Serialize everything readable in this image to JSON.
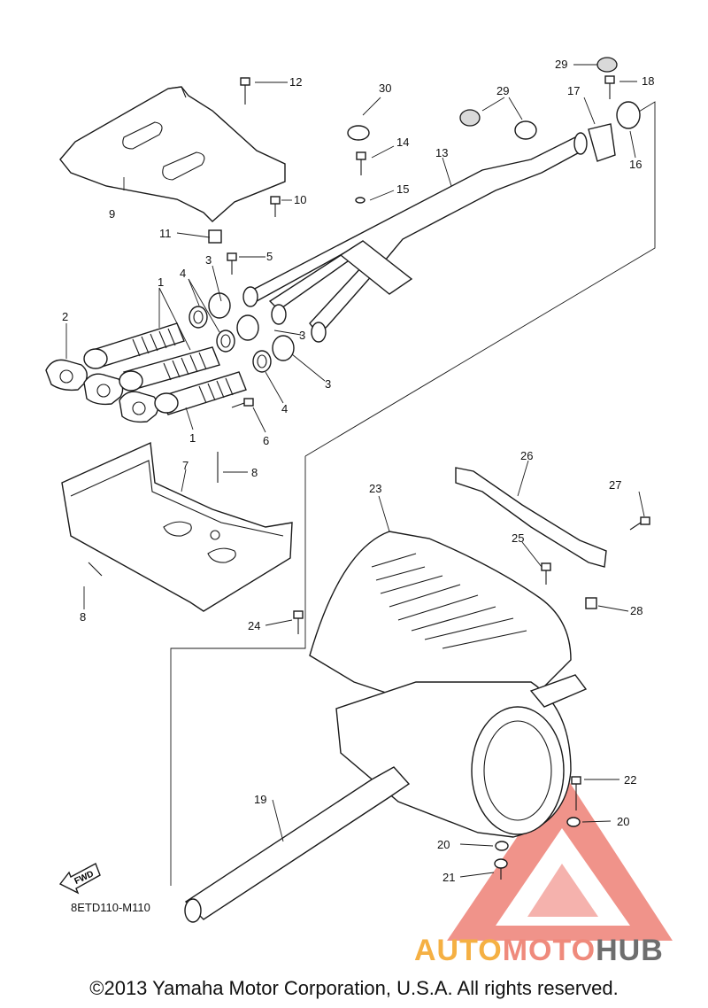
{
  "diagram_code": "8ETD110-M110",
  "fwd_label": "FWD",
  "copyright": "©2013 Yamaha Motor Corporation, U.S.A. All rights reserved.",
  "watermark": {
    "word1": "AUTO",
    "word2": "MOTO",
    "word3": "HUB",
    "color1": "#f5b043",
    "color2": "#ef8a7c",
    "color3": "#6e6e6e",
    "triangle": "#e53b2c"
  },
  "callouts": [
    {
      "n": "1",
      "id": "c1a"
    },
    {
      "n": "1",
      "id": "c1b"
    },
    {
      "n": "2",
      "id": "c2"
    },
    {
      "n": "3",
      "id": "c3a"
    },
    {
      "n": "3",
      "id": "c3b"
    },
    {
      "n": "3",
      "id": "c3c"
    },
    {
      "n": "4",
      "id": "c4a"
    },
    {
      "n": "4",
      "id": "c4b"
    },
    {
      "n": "5",
      "id": "c5"
    },
    {
      "n": "6",
      "id": "c6"
    },
    {
      "n": "7",
      "id": "c7"
    },
    {
      "n": "8",
      "id": "c8a"
    },
    {
      "n": "8",
      "id": "c8b"
    },
    {
      "n": "9",
      "id": "c9"
    },
    {
      "n": "10",
      "id": "c10"
    },
    {
      "n": "11",
      "id": "c11"
    },
    {
      "n": "12",
      "id": "c12"
    },
    {
      "n": "13",
      "id": "c13"
    },
    {
      "n": "14",
      "id": "c14"
    },
    {
      "n": "15",
      "id": "c15"
    },
    {
      "n": "16",
      "id": "c16"
    },
    {
      "n": "17",
      "id": "c17"
    },
    {
      "n": "18",
      "id": "c18"
    },
    {
      "n": "19",
      "id": "c19"
    },
    {
      "n": "20",
      "id": "c20a"
    },
    {
      "n": "20",
      "id": "c20b"
    },
    {
      "n": "21",
      "id": "c21"
    },
    {
      "n": "22",
      "id": "c22"
    },
    {
      "n": "23",
      "id": "c23"
    },
    {
      "n": "24",
      "id": "c24"
    },
    {
      "n": "25",
      "id": "c25"
    },
    {
      "n": "26",
      "id": "c26"
    },
    {
      "n": "27",
      "id": "c27"
    },
    {
      "n": "28",
      "id": "c28"
    },
    {
      "n": "29",
      "id": "c29a"
    },
    {
      "n": "29",
      "id": "c29b"
    },
    {
      "n": "30",
      "id": "c30"
    }
  ]
}
